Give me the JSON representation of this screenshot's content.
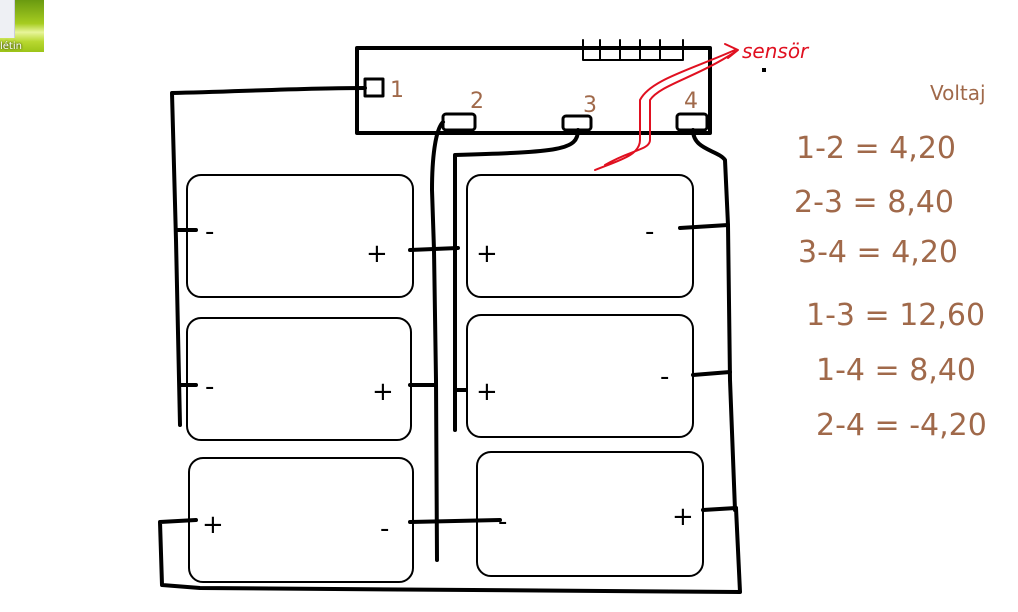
{
  "desktop_icon": {
    "label": "létin"
  },
  "diagram": {
    "terminals": [
      "1",
      "2",
      "3",
      "4"
    ],
    "sensor_label": "sensör",
    "batteries": [
      {
        "left": "-",
        "right": "+"
      },
      {
        "left": "+",
        "right": "-"
      },
      {
        "left": "-",
        "right": "+"
      },
      {
        "left": "+",
        "right": "-"
      },
      {
        "left": "+",
        "right": "-"
      },
      {
        "left": "-",
        "right": "+"
      }
    ],
    "voltage_title": "Voltaj",
    "voltages": [
      "1-2 = 4,20",
      "2-3 = 8,40",
      "3-4 = 4,20",
      "1-3 = 12,60",
      "1-4 = 8,40",
      "2-4 = -4,20"
    ],
    "colors": {
      "ink": "#000000",
      "annotation": "#a0694a",
      "sensor": "#e01020"
    }
  }
}
